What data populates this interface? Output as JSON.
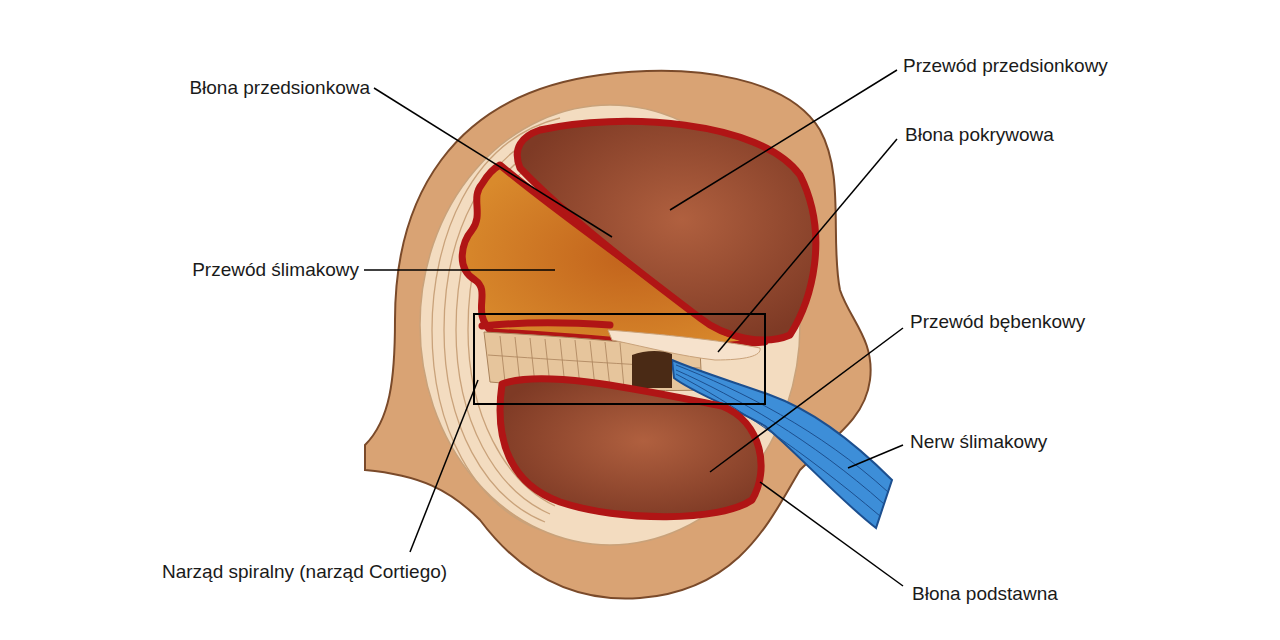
{
  "diagram": {
    "labels": [
      "Błona przedsionkowa",
      "Przewód przedsionkowy",
      "Błona pokrywowa",
      "Przewód ślimakowy",
      "Przewód bębenkowy",
      "Nerw ślimakowy",
      "Narząd spiralny (narząd Cortiego)",
      "Błona podstawna"
    ]
  }
}
